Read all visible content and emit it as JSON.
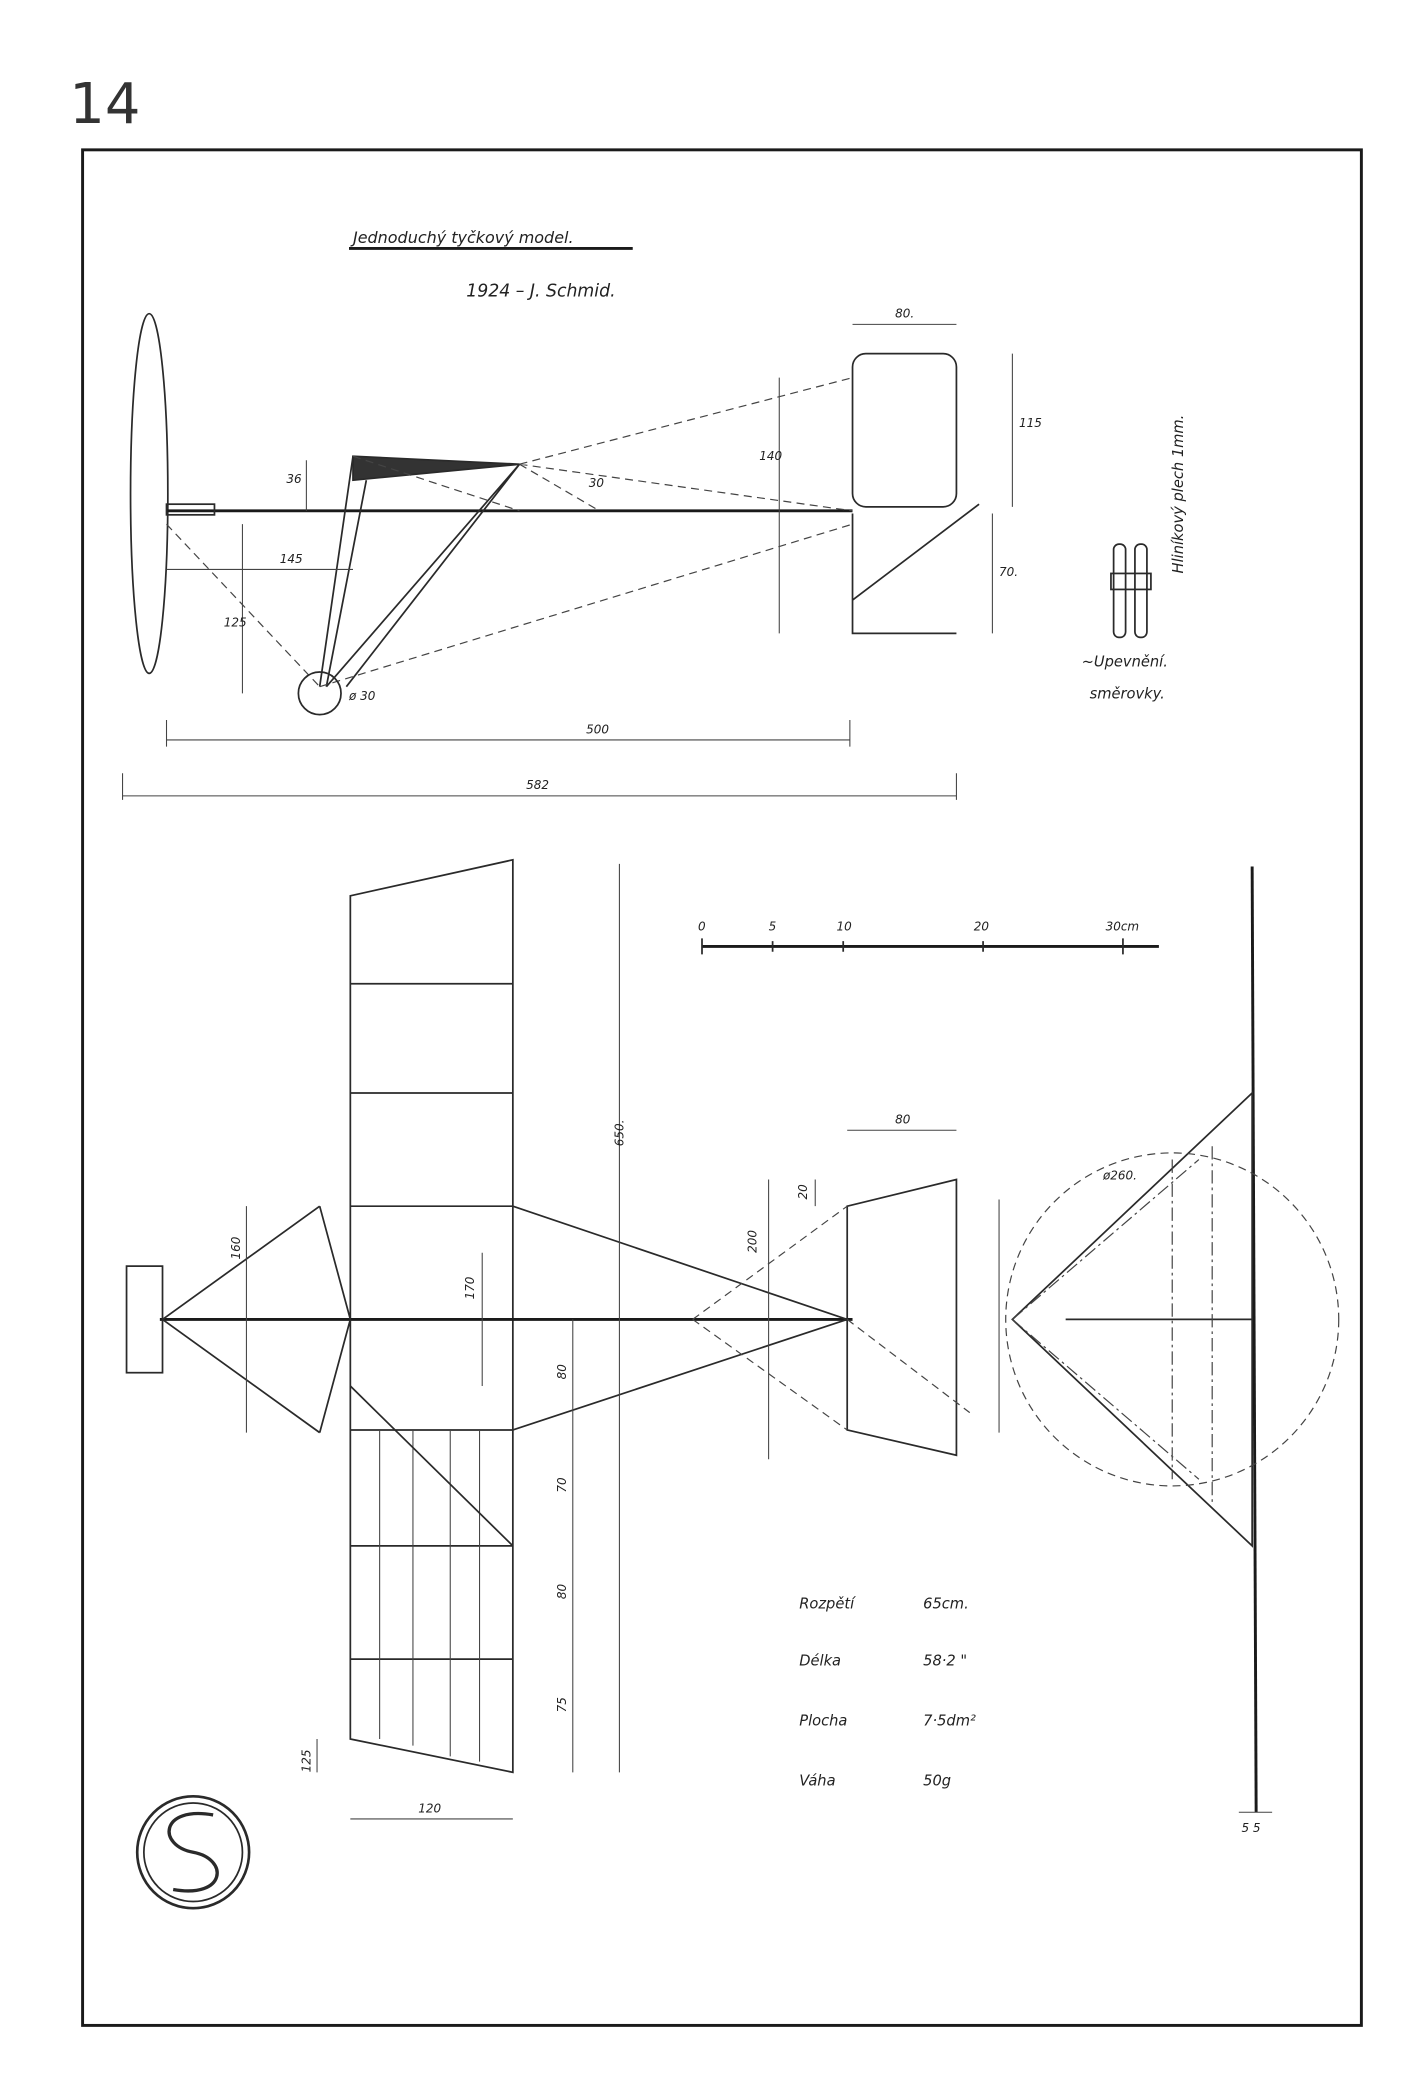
{
  "page_number": "14",
  "title": "Jednoduchý tyčkový model.",
  "subtitle": "1924 – J. Schmid.",
  "side_view": {
    "dims": {
      "d500": "500",
      "d582": "582",
      "d80": "80.",
      "d115": "115",
      "d70": "70.",
      "d140": "140",
      "d36": "36",
      "d145": "145",
      "d125": "125",
      "d30": "30",
      "wheel": "ø 30"
    }
  },
  "detail": {
    "material": "Hliníkový plech  1mm.",
    "caption_1": "~Upevnění.",
    "caption_2": "směrovky."
  },
  "scale_bar": {
    "ticks": [
      "0",
      "5",
      "10",
      "20",
      "30cm"
    ]
  },
  "top_view": {
    "dims": {
      "span": "650.",
      "tail_chord": "80",
      "tail_span": "200",
      "tail_offset": "20",
      "prop": "160",
      "mid": "170",
      "s1": "80",
      "s2": "70",
      "s3": "80",
      "s4": "75",
      "root": "120",
      "tip": "125"
    }
  },
  "front_view": {
    "circle": "ø260.",
    "bottom_dims": "5 5"
  },
  "specs": [
    {
      "label": "Rozpětí",
      "value": "65cm."
    },
    {
      "label": "Délka",
      "value": "58·2 \""
    },
    {
      "label": "Plocha",
      "value": "7·5dm²"
    },
    {
      "label": "Váha",
      "value": "50g"
    }
  ]
}
